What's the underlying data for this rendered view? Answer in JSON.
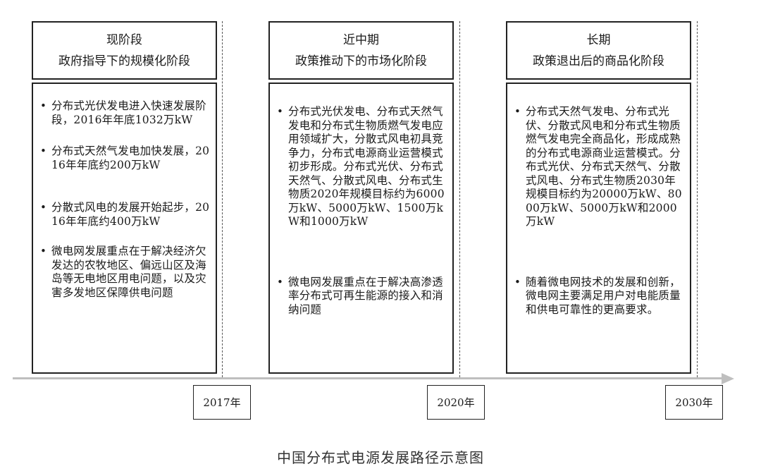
{
  "stages": [
    {
      "title": "现阶段",
      "subtitle": "政府指导下的规模化阶段",
      "bullets": [
        "分布式光伏发电进入快速发展阶段，2016年年底1032万kW",
        "分布式天然气发电加快发展，2016年年底约200万kW",
        "分散式风电的发展开始起步，2016年年底约400万kW",
        "微电网发展重点在于解决经济欠发达的农牧地区、偏远山区及海岛等无电地区用电问题，以及灾害多发地区保障供电问题"
      ]
    },
    {
      "title": "近中期",
      "subtitle": "政策推动下的市场化阶段",
      "bullets": [
        "分布式光伏发电、分布式天然气发电和分布式生物质燃气发电应用领域扩大，分散式风电初具竞争力，分布式电源商业运营模式初步形成。分布式光伏、分布式天然气、分散式风电、分布式生物质2020年规模目标约为6000万kW、5000万kW、1500万kW和1000万kW",
        "微电网发展重点在于解决高渗透率分布式可再生能源的接入和消纳问题"
      ]
    },
    {
      "title": "长期",
      "subtitle": "政策退出后的商品化阶段",
      "bullets": [
        "分布式天然气发电、分布式光伏、分散式风电和分布式生物质燃气发电完全商品化，形成成熟的分布式电源商业运营模式。分布式光伏、分布式天然气、分散式风电、分布式生物质2030年规模目标约为20000万kW、8000万kW、5000万kW和2000万kW",
        "随着微电网技术的发展和创新，微电网主要满足用户对电能质量和供电可靠性的更高要求。"
      ]
    }
  ],
  "milestones": [
    "2017年",
    "2020年",
    "2030年"
  ],
  "caption": "中国分布式电源发展路径示意图"
}
